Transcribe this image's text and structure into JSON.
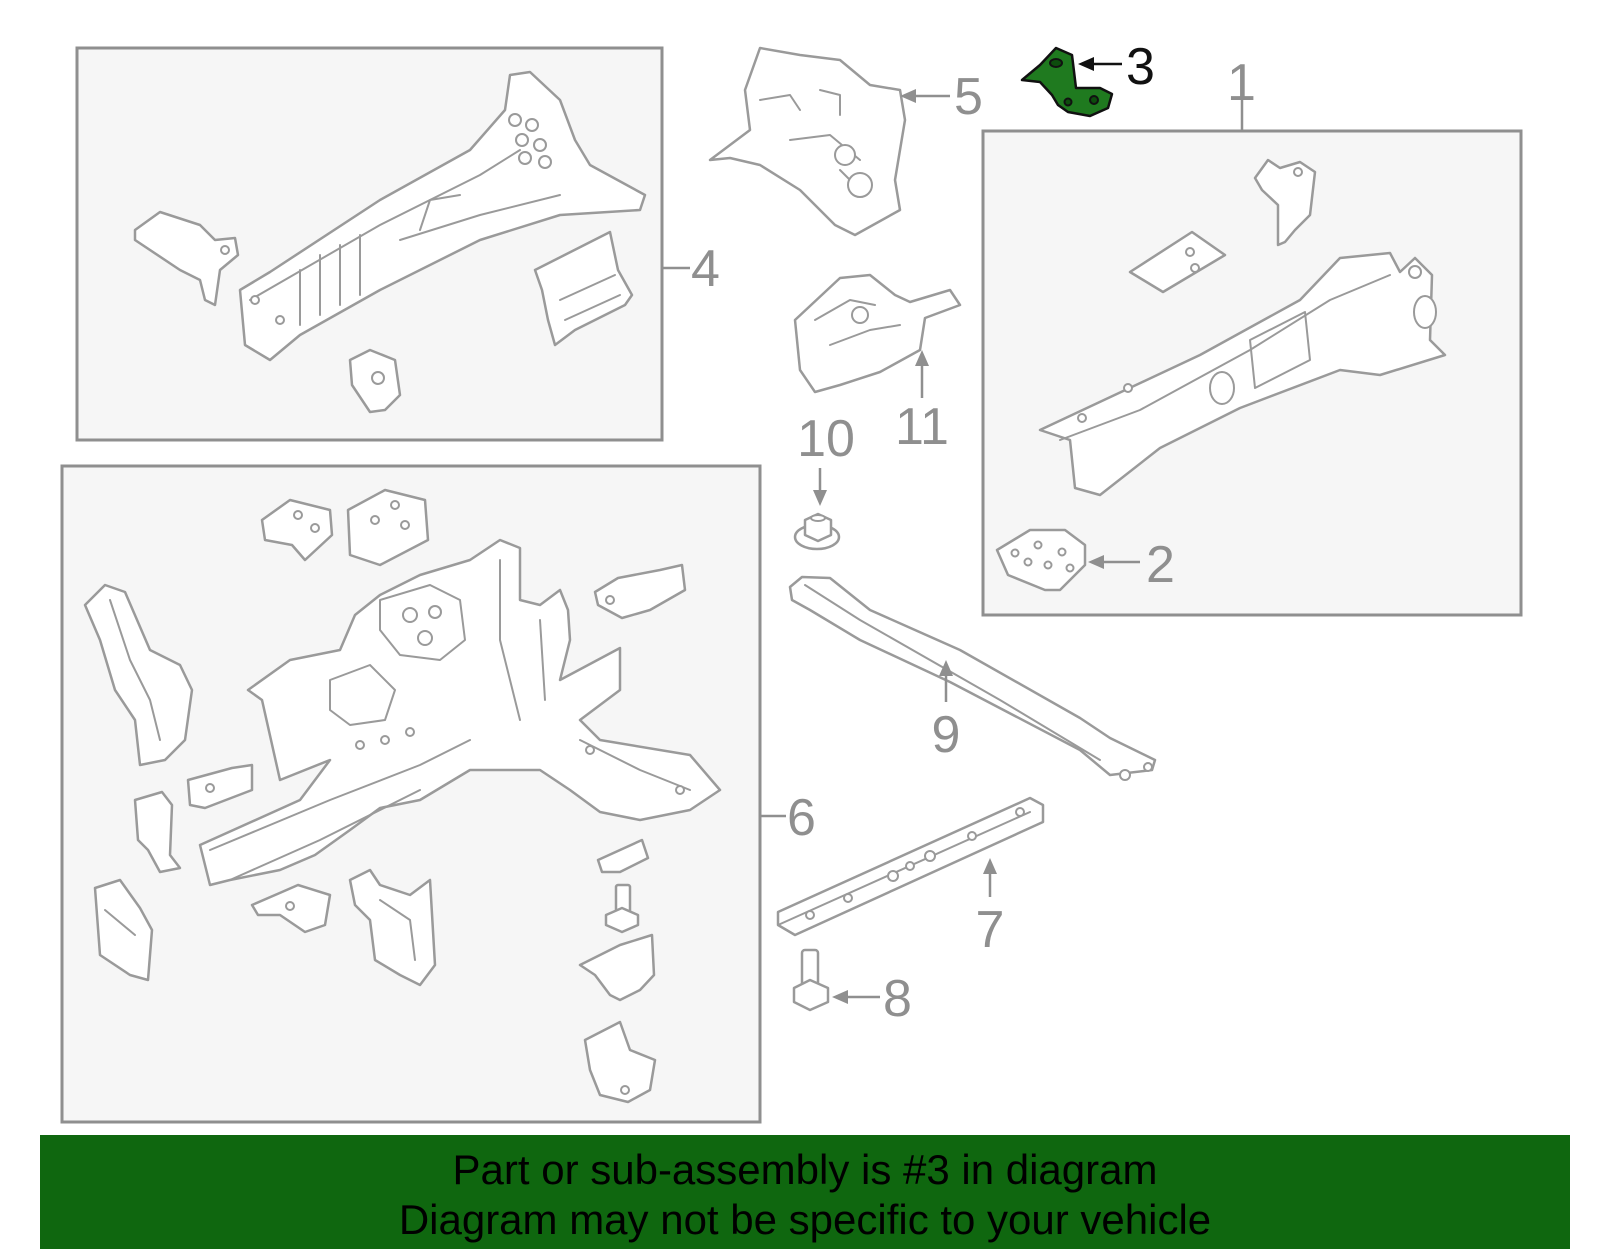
{
  "diagram": {
    "highlight_color": "#1f7a1f",
    "highlighted_callout": "3",
    "callouts": [
      {
        "id": "c1",
        "label": "1"
      },
      {
        "id": "c2",
        "label": "2"
      },
      {
        "id": "c3",
        "label": "3"
      },
      {
        "id": "c4",
        "label": "4"
      },
      {
        "id": "c5",
        "label": "5"
      },
      {
        "id": "c6",
        "label": "6"
      },
      {
        "id": "c7",
        "label": "7"
      },
      {
        "id": "c8",
        "label": "8"
      },
      {
        "id": "c9",
        "label": "9"
      },
      {
        "id": "c10",
        "label": "10"
      },
      {
        "id": "c11",
        "label": "11"
      }
    ]
  },
  "banner": {
    "background": "#0f670f",
    "line1": "Part or sub-assembly is #3 in diagram",
    "line2": "Diagram may not be specific to your vehicle"
  }
}
